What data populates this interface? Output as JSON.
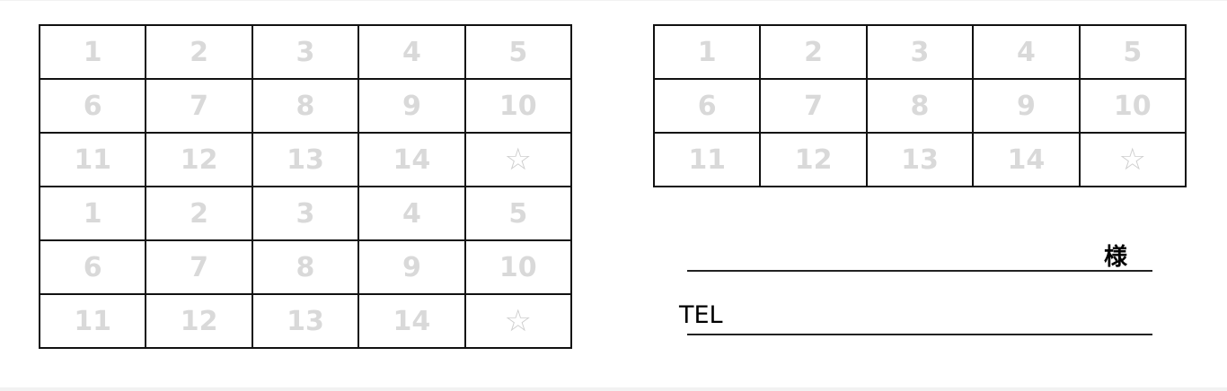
{
  "card_left": {
    "cells": [
      "1",
      "2",
      "3",
      "4",
      "5",
      "6",
      "7",
      "8",
      "9",
      "10",
      "11",
      "12",
      "13",
      "14",
      "☆",
      "1",
      "2",
      "3",
      "4",
      "5",
      "6",
      "7",
      "8",
      "9",
      "10",
      "11",
      "12",
      "13",
      "14",
      "☆"
    ]
  },
  "card_right": {
    "cells": [
      "1",
      "2",
      "3",
      "4",
      "5",
      "6",
      "7",
      "8",
      "9",
      "10",
      "11",
      "12",
      "13",
      "14",
      "☆"
    ]
  },
  "name_suffix": "様",
  "tel_label": "TEL",
  "colors": {
    "stamp_number": "#d9d9d9",
    "border": "#111111"
  }
}
